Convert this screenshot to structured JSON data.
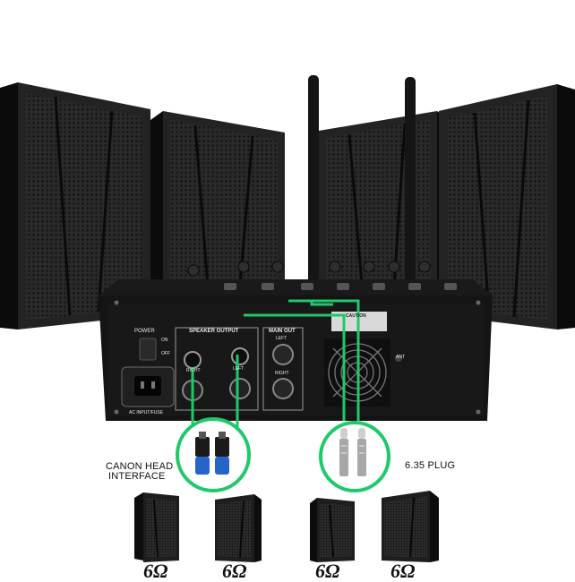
{
  "panel": {
    "power": "POWER",
    "on": "ON",
    "off": "OFF",
    "speaker_output": "SPEAKER OUTPUT",
    "right": "RIGHT",
    "left": "LEFT",
    "main_out": "MAIN OUT",
    "main_left": "LEFT",
    "main_right": "RIGHT",
    "caution": "CAUTION",
    "ac_input": "AC INPUT/FUSE",
    "ant": "ANT"
  },
  "captions": {
    "canon_line1": "CANON HEAD",
    "canon_line2": "INTERFACE",
    "plug": "6.35 PLUG"
  },
  "bottom_speakers": [
    {
      "label": "6Ω"
    },
    {
      "label": "6Ω"
    },
    {
      "label": "6Ω"
    },
    {
      "label": "6Ω"
    }
  ],
  "colors": {
    "highlight": "#1fc96a",
    "speaker_body": "#1d1d1d",
    "mixer_body": "#141414"
  }
}
